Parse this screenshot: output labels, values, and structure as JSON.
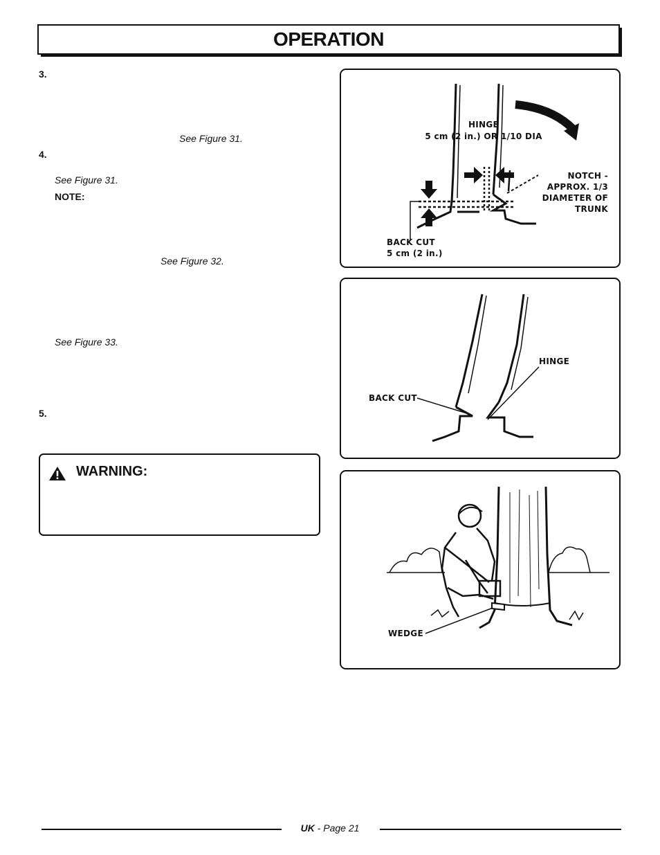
{
  "header": {
    "title": "OPERATION"
  },
  "steps": {
    "s3": {
      "number": "3.",
      "ref": "See Figure 31."
    },
    "s4": {
      "number": "4.",
      "ref1": "See Figure 31.",
      "note_label": "NOTE:",
      "ref2": "See Figure 32.",
      "ref3": "See Figure 33."
    },
    "s5": {
      "number": "5."
    }
  },
  "warning": {
    "title": "WARNING:",
    "icon": "warning-triangle-icon"
  },
  "figure31": {
    "hinge_label": "HINGE",
    "hinge_size": "5 cm (2 in.) OR 1/10 DIA",
    "notch_lines": [
      "NOTCH -",
      "APPROX. 1/3",
      "DIAMETER OF",
      "TRUNK"
    ],
    "back_cut_label": "BACK CUT",
    "back_cut_size": "5 cm (2 in.)"
  },
  "figure32": {
    "hinge_label": "HINGE",
    "back_cut_label": "BACK CUT"
  },
  "figure33": {
    "wedge_label": "WEDGE"
  },
  "footer": {
    "region": "UK",
    "page": " - Page 21"
  }
}
